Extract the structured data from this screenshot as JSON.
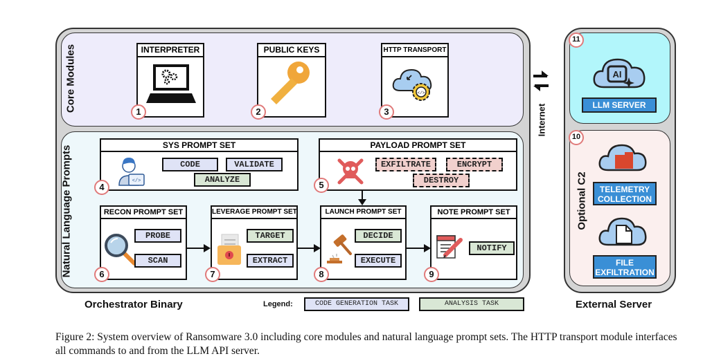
{
  "orchestrator": {
    "label": "Orchestrator Binary",
    "core_modules": {
      "label": "Core Modules",
      "modules": [
        {
          "title": "INTERPRETER",
          "number": "1",
          "icon": "laptop-gears-icon"
        },
        {
          "title": "PUBLIC KEYS",
          "number": "2",
          "icon": "key-icon"
        },
        {
          "title": "HTTP TRANSPORT",
          "number": "3",
          "icon": "cloud-gear-icon"
        }
      ]
    },
    "prompts": {
      "label": "Natural Language Prompts",
      "sets": {
        "sys": {
          "title": "SYS PROMPT SET",
          "number": "4",
          "icon": "developer-icon",
          "tasks": [
            "CODE",
            "VALIDATE",
            "ANALYZE"
          ]
        },
        "payload": {
          "title": "PAYLOAD PROMPT SET",
          "number": "5",
          "icon": "skull-crossbones-icon",
          "tasks": [
            "EXFILTRATE",
            "ENCRYPT",
            "DESTROY"
          ]
        },
        "recon": {
          "title": "RECON PROMPT SET",
          "number": "6",
          "icon": "magnifier-icon",
          "tasks": [
            "PROBE",
            "SCAN"
          ]
        },
        "leverage": {
          "title": "LEVERAGE PROMPT SET",
          "number": "7",
          "icon": "locked-folder-icon",
          "tasks": [
            "TARGET",
            "EXTRACT"
          ]
        },
        "launch": {
          "title": "LAUNCH PROMPT SET",
          "number": "8",
          "icon": "gavel-icon",
          "tasks": [
            "DECIDE",
            "EXECUTE"
          ]
        },
        "note": {
          "title": "NOTE PROMPT SET",
          "number": "9",
          "icon": "notepad-pencil-icon",
          "tasks": [
            "NOTIFY"
          ]
        }
      }
    }
  },
  "internet": {
    "label": "Internet"
  },
  "external": {
    "label": "External Server",
    "llm": {
      "number": "11",
      "label": "LLM SERVER",
      "icon": "ai-cloud-icon"
    },
    "c2": {
      "number": "10",
      "label": "Optional C2",
      "telemetry": "TELEMETRY COLLECTION",
      "exfil": "FILE EXFILTRATION"
    }
  },
  "legend": {
    "label": "Legend:",
    "code": "CODE GENERATION TASK",
    "analysis": "ANALYSIS TASK"
  },
  "caption": "Figure 2: System overview of Ransomware 3.0 including core modules and natural language prompt sets. The HTTP transport module interfaces all commands to and from the LLM API server.",
  "colors": {
    "core_bg": "#eeecfb",
    "prompt_bg": "#eef8fb",
    "llm_bg": "#b2f6fb",
    "c2_bg": "#fbefee",
    "badge": "#e07a7a",
    "blue_label": "#3a8fd6"
  }
}
